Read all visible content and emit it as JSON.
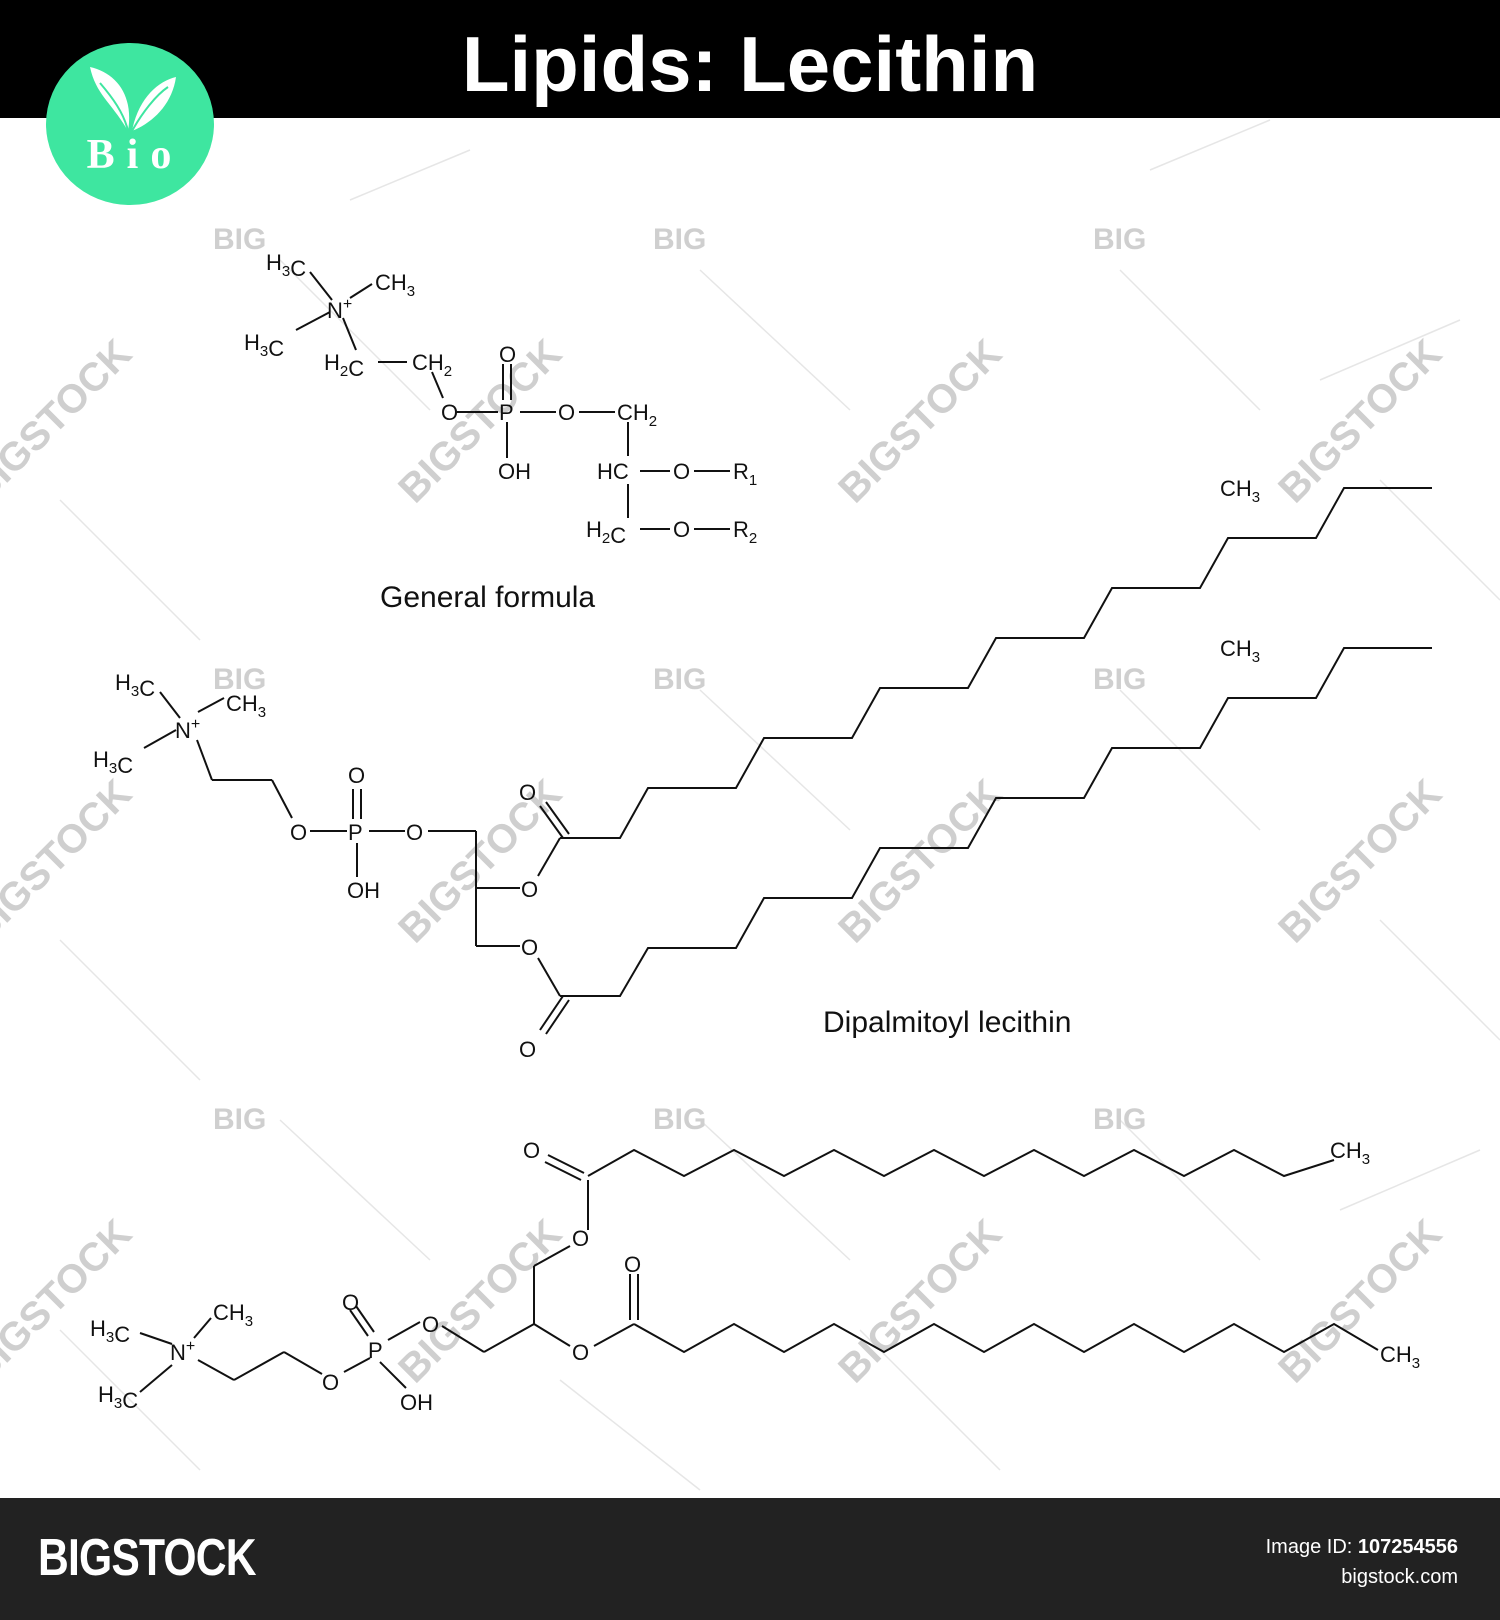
{
  "header": {
    "title": "Lipids: Lecithin"
  },
  "badge": {
    "label": "Bio",
    "icon": "leaf-sprout-icon",
    "color": "#3ee6a0"
  },
  "structures": {
    "general": {
      "caption": "General formula",
      "atoms": {
        "h3c_top": "H3C",
        "ch3_right": "CH3",
        "h3c_left": "H3C",
        "n_plus": "N+",
        "h2c": "H2C",
        "ch2": "CH2",
        "o_double": "O",
        "p": "P",
        "o_left": "O",
        "o_right": "O",
        "oh": "OH",
        "ch2_glycerol": "CH2",
        "hc": "HC",
        "o_r1": "O",
        "r1": "R1",
        "h2c_glycerol": "H2C",
        "o_r2": "O",
        "r2": "R2"
      }
    },
    "dipalmitoyl": {
      "caption": "Dipalmitoyl lecithin",
      "atoms": {
        "h3c_top": "H3C",
        "ch3_right": "CH3",
        "h3c_left": "H3C",
        "n_plus": "N+",
        "o_double": "O",
        "p": "P",
        "o_left": "O",
        "o_right": "O",
        "oh": "OH",
        "o_ester1": "O",
        "o_carbonyl1": "O",
        "o_ester2": "O",
        "o_carbonyl2": "O",
        "ch3_chain1": "CH3",
        "ch3_chain2": "CH3"
      }
    },
    "skeletal": {
      "atoms": {
        "h3c_top": "H3C",
        "ch3_top": "CH3",
        "h3c_bottom": "H3C",
        "n_plus": "N+",
        "o_link": "O",
        "o_double": "O",
        "p": "P",
        "o_right": "O",
        "oh": "OH",
        "o_ester1": "O",
        "o_carbonyl1": "O",
        "o_ester2": "O",
        "o_carbonyl2": "O",
        "ch3_chain1": "CH3",
        "ch3_chain2": "CH3"
      }
    }
  },
  "watermark": {
    "small": "BIG",
    "large": "BIGSTOCK"
  },
  "footer": {
    "brand": "BIGSTOCK",
    "image_id_label": "Image ID:",
    "image_id": "107254556",
    "site": "bigstock.com"
  }
}
